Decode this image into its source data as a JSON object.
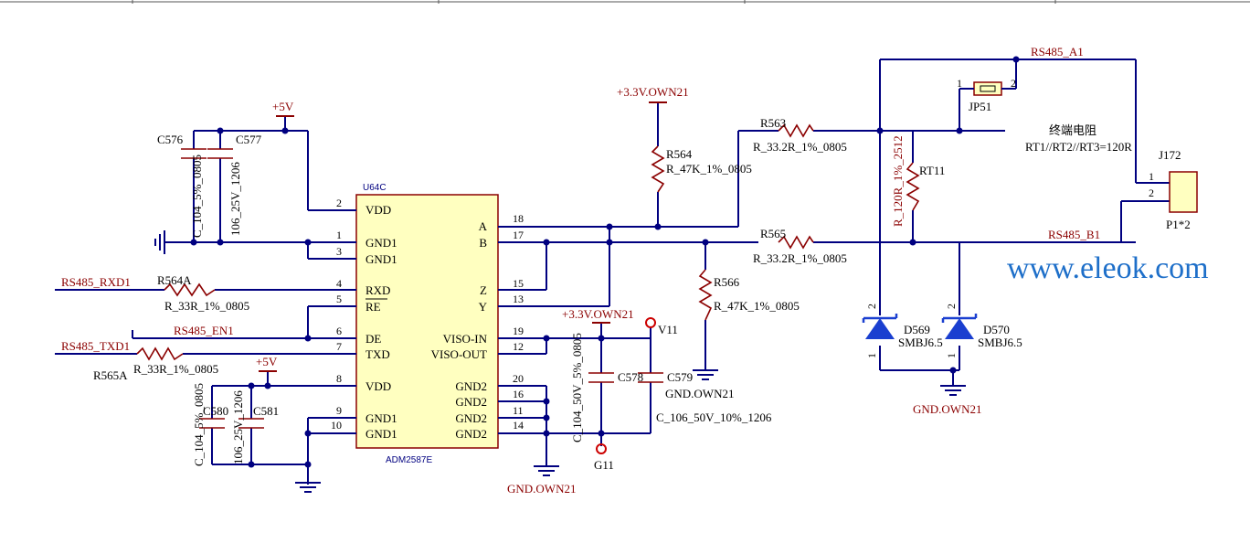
{
  "ic": {
    "ref": "U64C",
    "part": "ADM2587E",
    "left_pins": [
      {
        "num": "2",
        "name": "VDD"
      },
      {
        "num": "1",
        "name": "GND1"
      },
      {
        "num": "3",
        "name": "GND1"
      },
      {
        "num": "4",
        "name": "RXD"
      },
      {
        "num": "5",
        "name": "RE"
      },
      {
        "num": "6",
        "name": "DE"
      },
      {
        "num": "7",
        "name": "TXD"
      },
      {
        "num": "8",
        "name": "VDD"
      },
      {
        "num": "9",
        "name": "GND1"
      },
      {
        "num": "10",
        "name": "GND1"
      }
    ],
    "right_pins": [
      {
        "num": "18",
        "name": "A"
      },
      {
        "num": "17",
        "name": "B"
      },
      {
        "num": "15",
        "name": "Z"
      },
      {
        "num": "13",
        "name": "Y"
      },
      {
        "num": "19",
        "name": "VISO-IN"
      },
      {
        "num": "12",
        "name": "VISO-OUT"
      },
      {
        "num": "20",
        "name": "GND2"
      },
      {
        "num": "16",
        "name": "GND2"
      },
      {
        "num": "11",
        "name": "GND2"
      },
      {
        "num": "14",
        "name": "GND2"
      }
    ]
  },
  "power": {
    "p5v_top": "+5V",
    "p5v_bot": "+5V",
    "v33_top": "+3.3V.OWN21",
    "v33_mid": "+3.3V.OWN21",
    "gnd_own_a": "GND.OWN21",
    "gnd_own_b": "GND.OWN21",
    "gnd_own_c": "GND.OWN21"
  },
  "caps": {
    "c576": "C576",
    "c577": "C577",
    "c576_val": "C_104_5%_0805",
    "c577_val": "106_25V_1206",
    "c580": "C580",
    "c581": "C581",
    "c580_val": "C_104_5%_0805",
    "c581_val": "106_25V_1206",
    "c578": "C578",
    "c579": "C579",
    "c578_val": "C_104_50V_5%_0805",
    "c579_val": "C_106_50V_10%_1206"
  },
  "resistors": {
    "r564a": "R564A",
    "r564a_val": "R_33R_1%_0805",
    "r565a": "R565A",
    "r565a_val": "R_33R_1%_0805",
    "r564": "R564",
    "r564_val": "R_47K_1%_0805",
    "r566": "R566",
    "r566_val": "R_47K_1%_0805",
    "r563": "R563",
    "r563_val": "R_33.2R_1%_0805",
    "r565": "R565",
    "r565_val": "R_33.2R_1%_0805",
    "rt11": "RT11",
    "rt11_val": "R_120R_1%_2512"
  },
  "nets": {
    "rxd": "RS485_RXD1",
    "en": "RS485_EN1",
    "txd": "RS485_TXD1",
    "a1": "RS485_A1",
    "b1": "RS485_B1"
  },
  "misc": {
    "jp51": "JP51",
    "jp51_p1": "1",
    "jp51_p2": "2",
    "term_title": "终端电阻",
    "term_note": "RT1//RT2//RT3=120R",
    "j172": "J172",
    "j172_part": "P1*2",
    "j172_p1": "1",
    "j172_p2": "2",
    "d569": "D569",
    "d570": "D570",
    "d569_val": "SMBJ6.5",
    "d570_val": "SMBJ6.5",
    "diode_k": "2",
    "diode_a": "1",
    "v11": "V11",
    "g11": "G11",
    "watermark": "www.eleok.com"
  },
  "colors": {
    "wire": "#000080",
    "component": "#8b0000",
    "net_label": "#8b0000",
    "watermark": "#1e6fc9"
  }
}
